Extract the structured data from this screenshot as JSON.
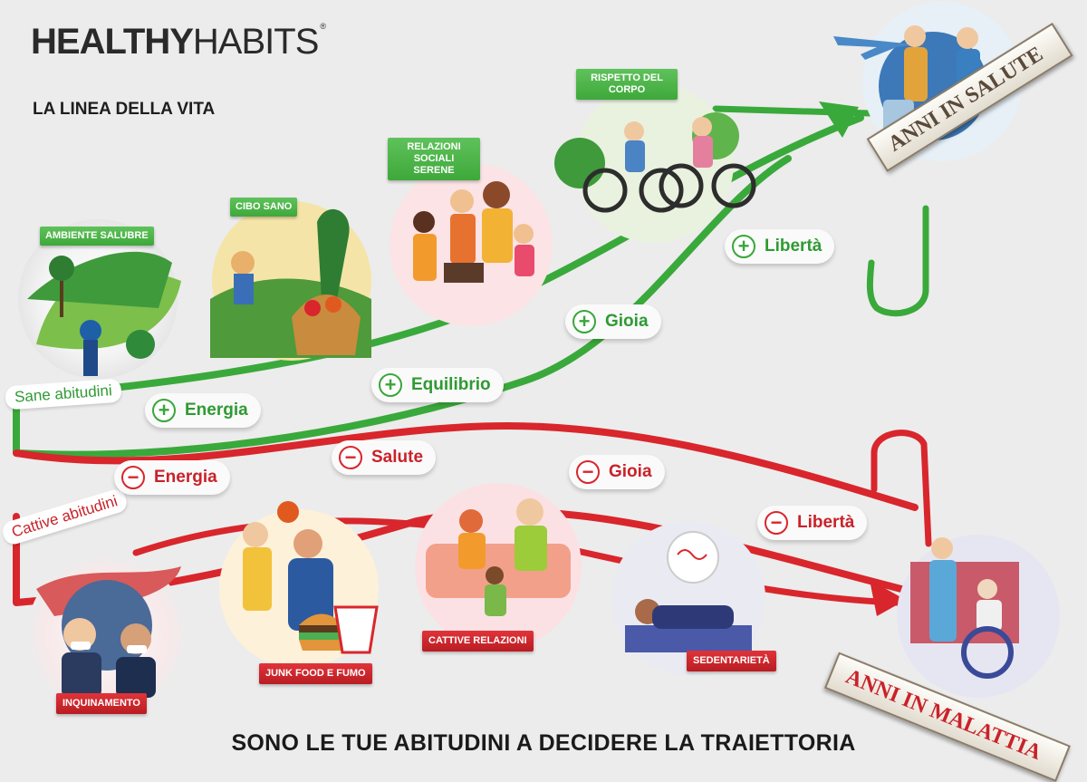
{
  "brand": {
    "bold": "HEALTHY",
    "light": "HABITS",
    "mark": "®"
  },
  "subtitle": "LA LINEA DELLA VITA",
  "footer_title": "SONO LE TUE ABITUDINI A DECIDERE LA TRAIETTORIA",
  "paths": {
    "good_label": "Sane abitudini",
    "bad_label": "Cattive  abitudini"
  },
  "good_habits": [
    {
      "label": "AMBIENTE SALUBRE",
      "icon": "nature-woman-icon"
    },
    {
      "label": "CIBO SANO",
      "icon": "farmer-harvest-icon"
    },
    {
      "label": "RELAZIONI SOCIALI SERENE",
      "icon": "family-play-icon"
    },
    {
      "label": "RISPETTO DEL CORPO",
      "icon": "senior-cyclists-icon"
    }
  ],
  "bad_habits": [
    {
      "label": "INQUINAMENTO",
      "icon": "masked-people-smog-icon"
    },
    {
      "label": "JUNK FOOD E FUMO",
      "icon": "burger-smoke-icon"
    },
    {
      "label": "CATTIVE RELAZIONI",
      "icon": "family-conflict-icon"
    },
    {
      "label": "SEDENTARIETÀ",
      "icon": "couch-lying-icon"
    }
  ],
  "good_effects": [
    {
      "sign": "+",
      "label": "Energia"
    },
    {
      "sign": "+",
      "label": "Equilibrio"
    },
    {
      "sign": "+",
      "label": "Gioia"
    },
    {
      "sign": "+",
      "label": "Libertà"
    }
  ],
  "bad_effects": [
    {
      "sign": "−",
      "label": "Energia"
    },
    {
      "sign": "−",
      "label": "Salute"
    },
    {
      "sign": "−",
      "label": "Gioia"
    },
    {
      "sign": "−",
      "label": "Libertà"
    }
  ],
  "outcomes": {
    "good": "ANNI IN SALUTE",
    "bad": "ANNI IN MALATTIA"
  },
  "colors": {
    "good": "#3aa93b",
    "bad": "#d8262c",
    "background": "#ececec"
  }
}
